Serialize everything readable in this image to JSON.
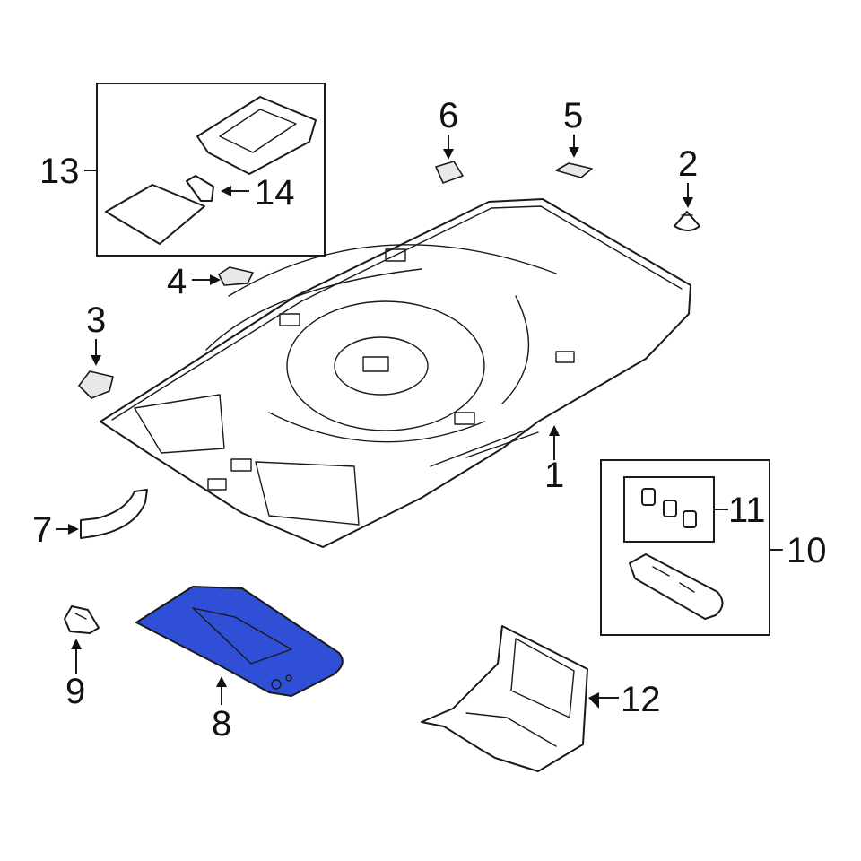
{
  "colors": {
    "highlight": "#2f4fd6",
    "line": "#1a1a1a",
    "background": "#ffffff"
  },
  "callouts": {
    "c1": "1",
    "c2": "2",
    "c3": "3",
    "c4": "4",
    "c5": "5",
    "c6": "6",
    "c7": "7",
    "c8": "8",
    "c9": "9",
    "c10": "10",
    "c11": "11",
    "c12": "12",
    "c13": "13",
    "c14": "14"
  },
  "highlighted_part": "8"
}
